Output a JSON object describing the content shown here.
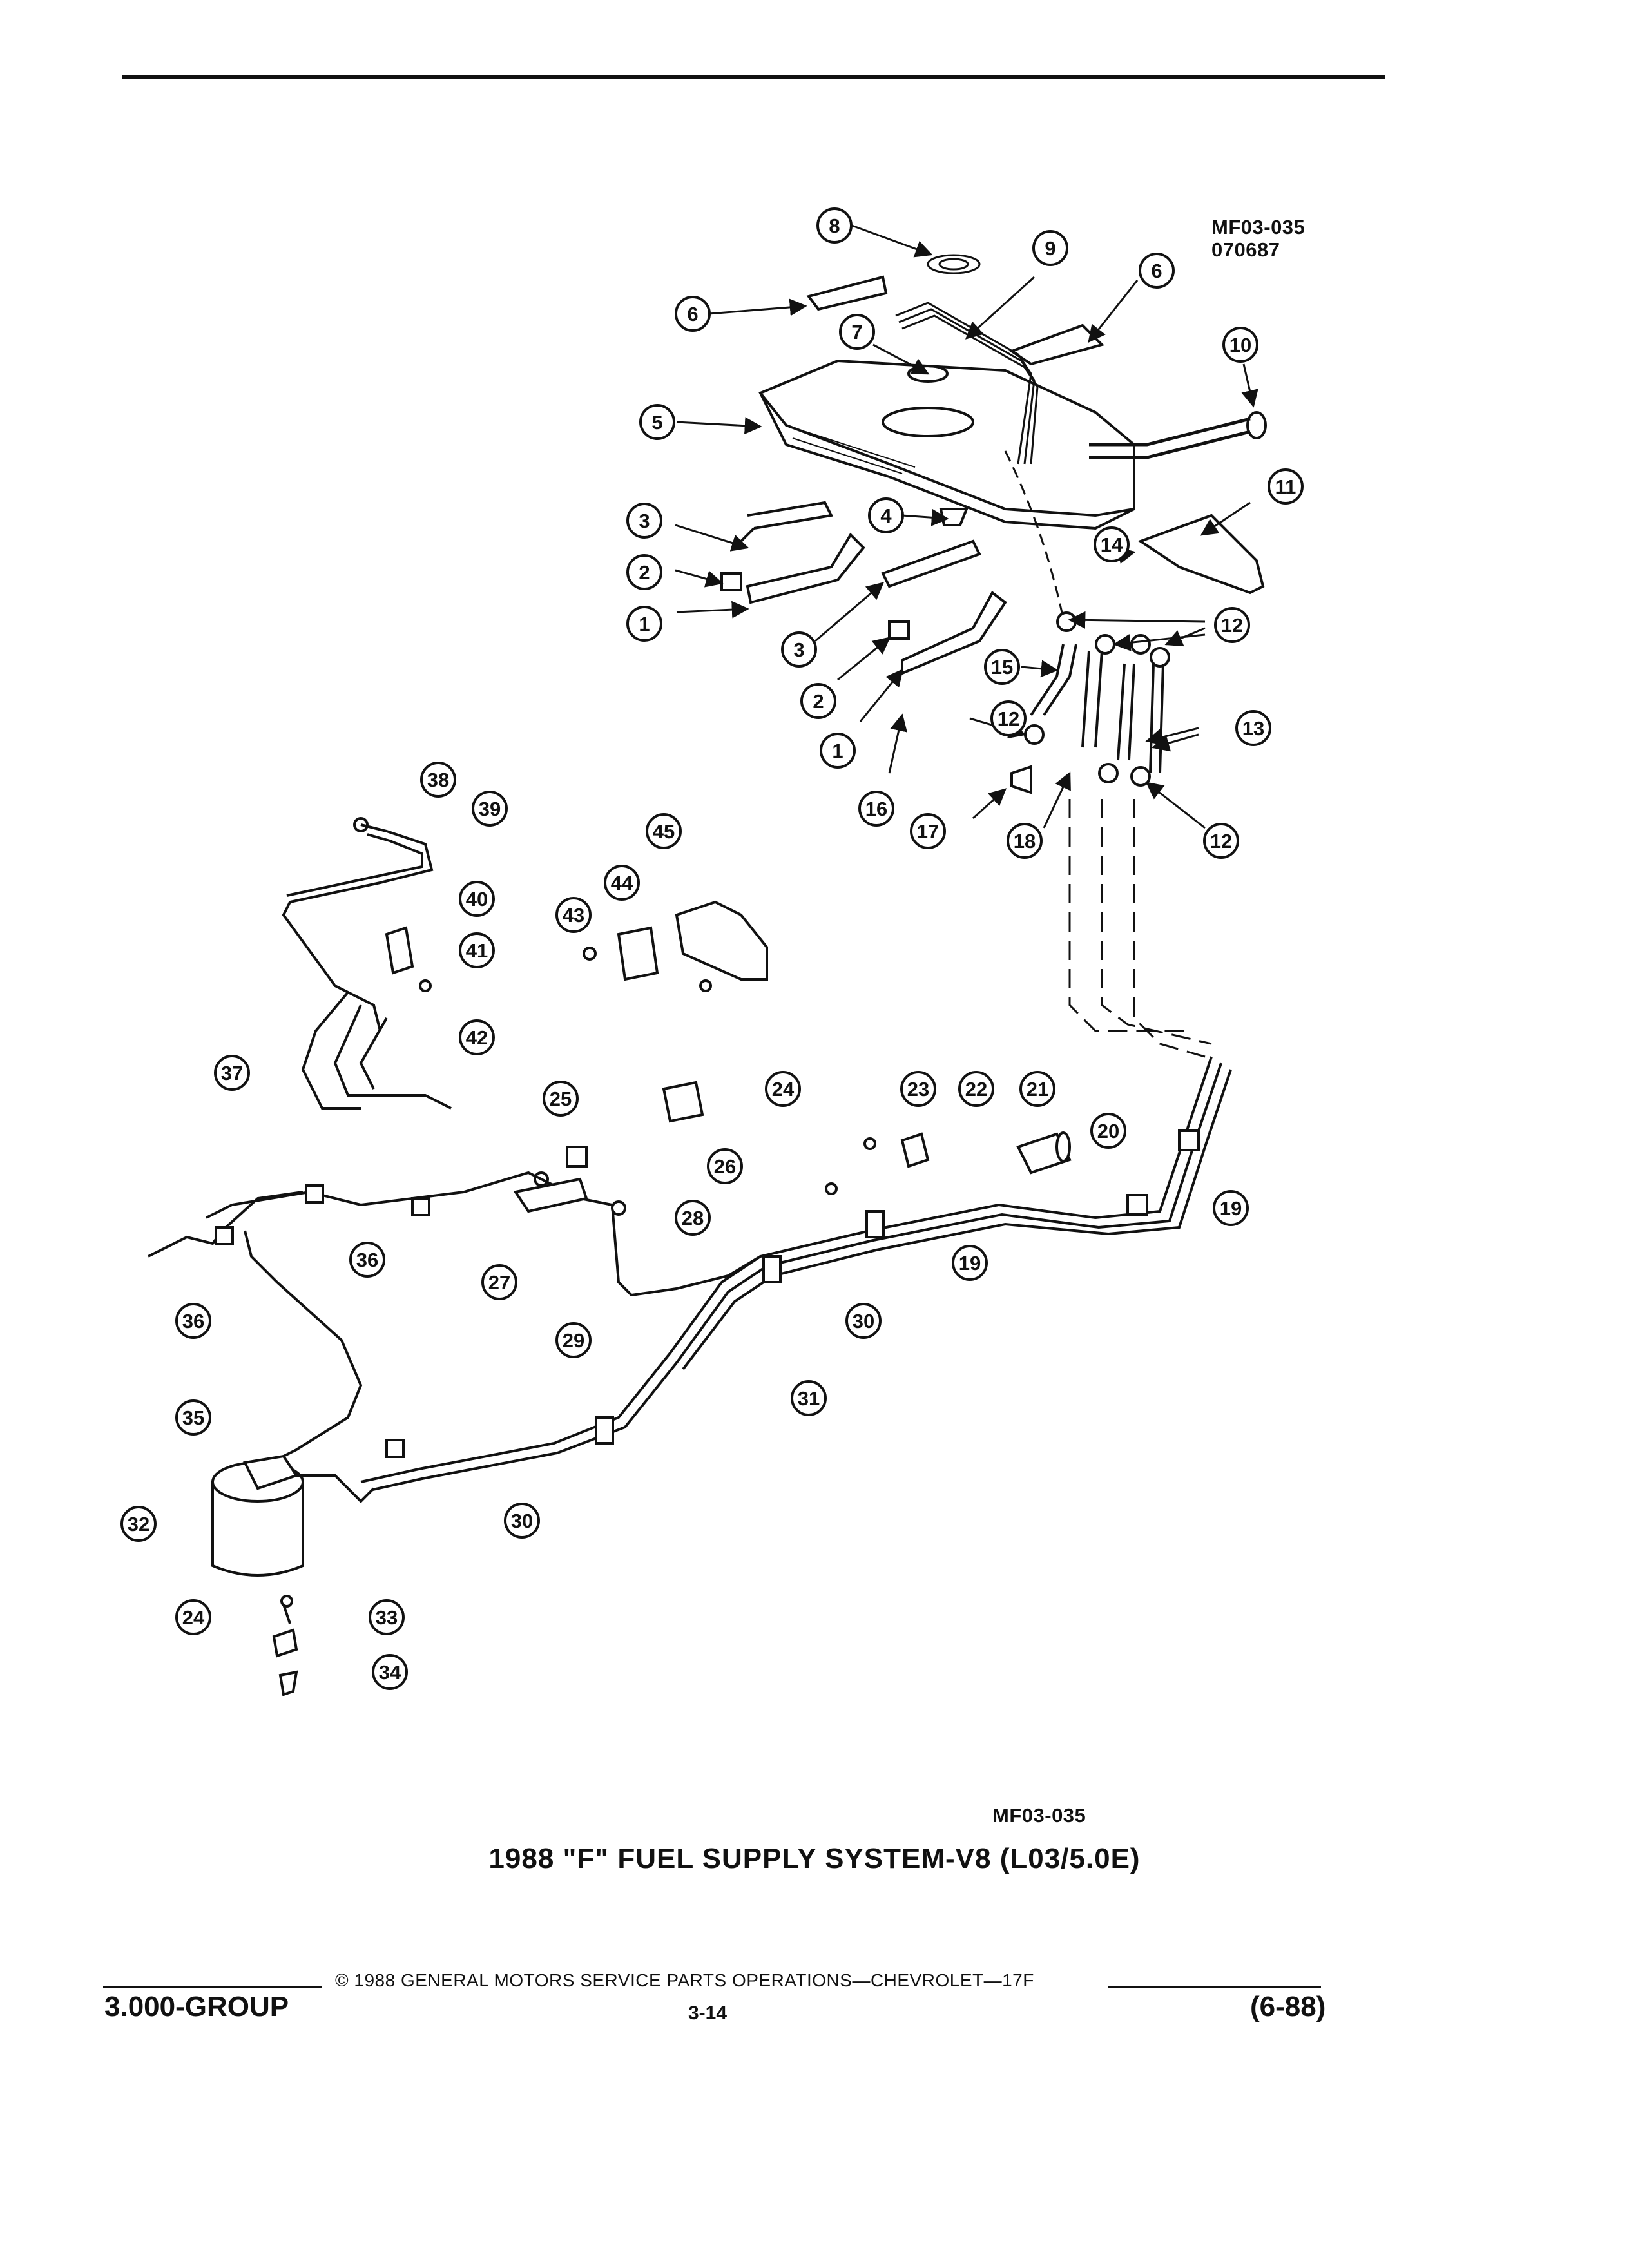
{
  "diagram_code_top": "MF03-035",
  "diagram_date": "070687",
  "diagram_code_bottom": "MF03-035",
  "title": "1988 \"F\" FUEL SUPPLY SYSTEM-V8 (L03/5.0E)",
  "footer": {
    "copyright": "© 1988 GENERAL MOTORS SERVICE PARTS OPERATIONS—CHEVROLET—17F",
    "group": "3.000-GROUP",
    "page": "3-14",
    "revision": "(6-88)"
  },
  "callouts": [
    "1",
    "2",
    "3",
    "4",
    "5",
    "6",
    "7",
    "8",
    "9",
    "10",
    "11",
    "12",
    "13",
    "14",
    "15",
    "16",
    "17",
    "18",
    "19",
    "20",
    "21",
    "22",
    "23",
    "24",
    "25",
    "26",
    "27",
    "28",
    "29",
    "30",
    "31",
    "32",
    "33",
    "34",
    "35",
    "36",
    "37",
    "38",
    "39",
    "40",
    "41",
    "42",
    "43",
    "44",
    "45"
  ],
  "colors": {
    "ink": "#111111",
    "paper": "#ffffff"
  }
}
